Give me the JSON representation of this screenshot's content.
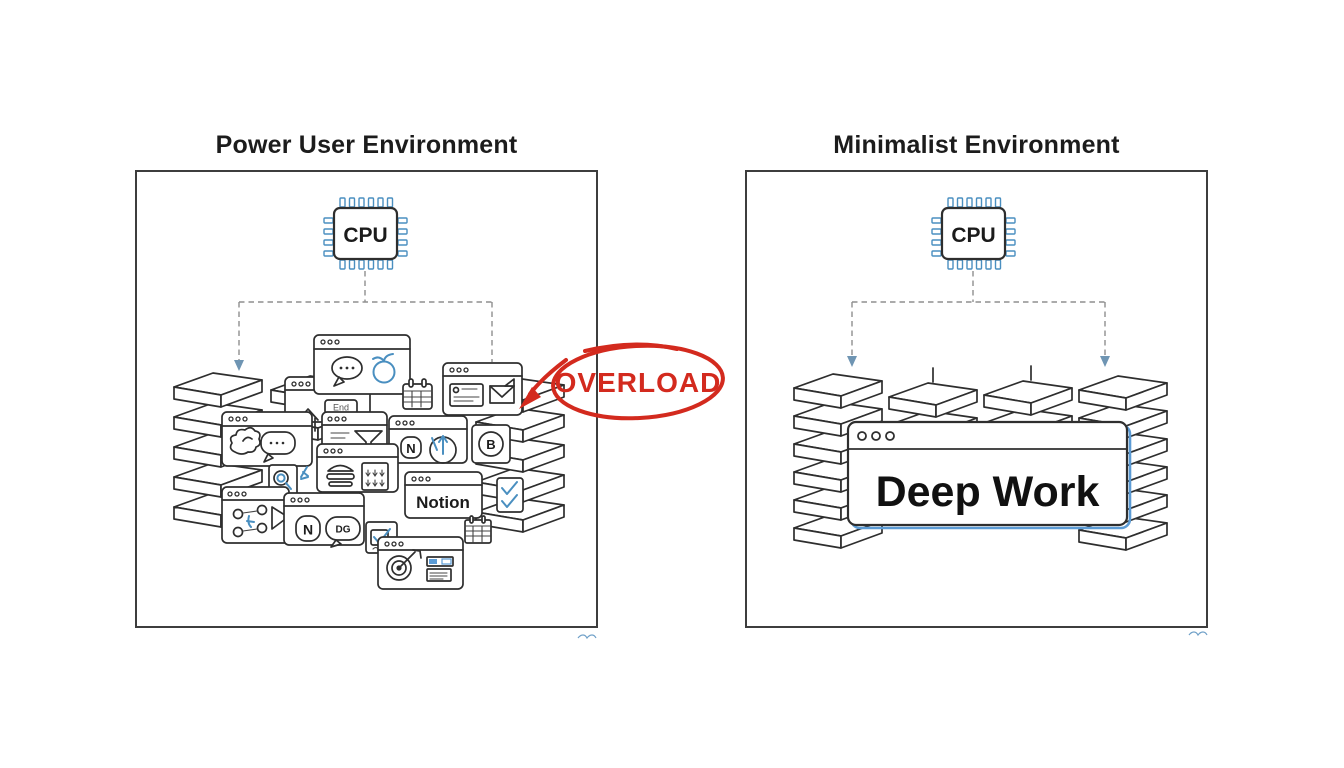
{
  "diagram": {
    "left": {
      "title": "Power User Environment",
      "cpu_label": "CPU",
      "annotation": {
        "text": "OVERLOAD",
        "color": "#d32a1e"
      },
      "app_windows": {
        "notion_label": "Notion",
        "n_badge": "N",
        "n_shield_badge": "N",
        "b_badge": "B",
        "dg_badge": "DG",
        "end_tag": "End"
      }
    },
    "right": {
      "title": "Minimalist Environment",
      "cpu_label": "CPU",
      "deep_work_label": "Deep Work"
    },
    "colors": {
      "ink": "#2e2e2e",
      "accent_blue": "#4a8fc0",
      "window_glow_blue": "#5b9bd5",
      "annotation_red": "#d32a1e",
      "connector_gray": "#8f8f8f"
    }
  }
}
